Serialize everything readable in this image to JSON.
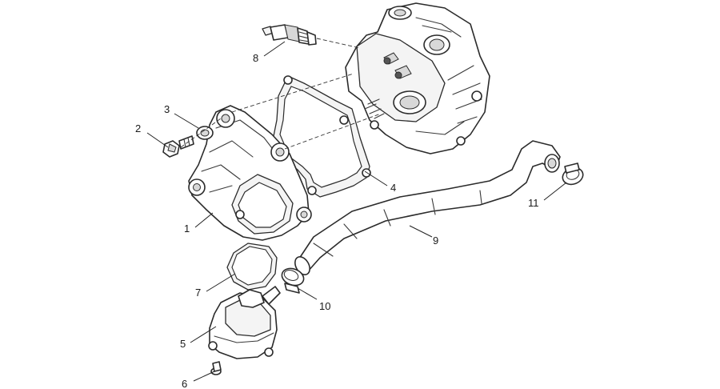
{
  "callouts": [
    {
      "number": "1"
    },
    {
      "number": "2"
    },
    {
      "number": "3"
    },
    {
      "number": "4"
    },
    {
      "number": "5"
    },
    {
      "number": "6"
    },
    {
      "number": "7"
    },
    {
      "number": "8"
    },
    {
      "number": "9"
    },
    {
      "number": "10"
    },
    {
      "number": "11"
    }
  ]
}
